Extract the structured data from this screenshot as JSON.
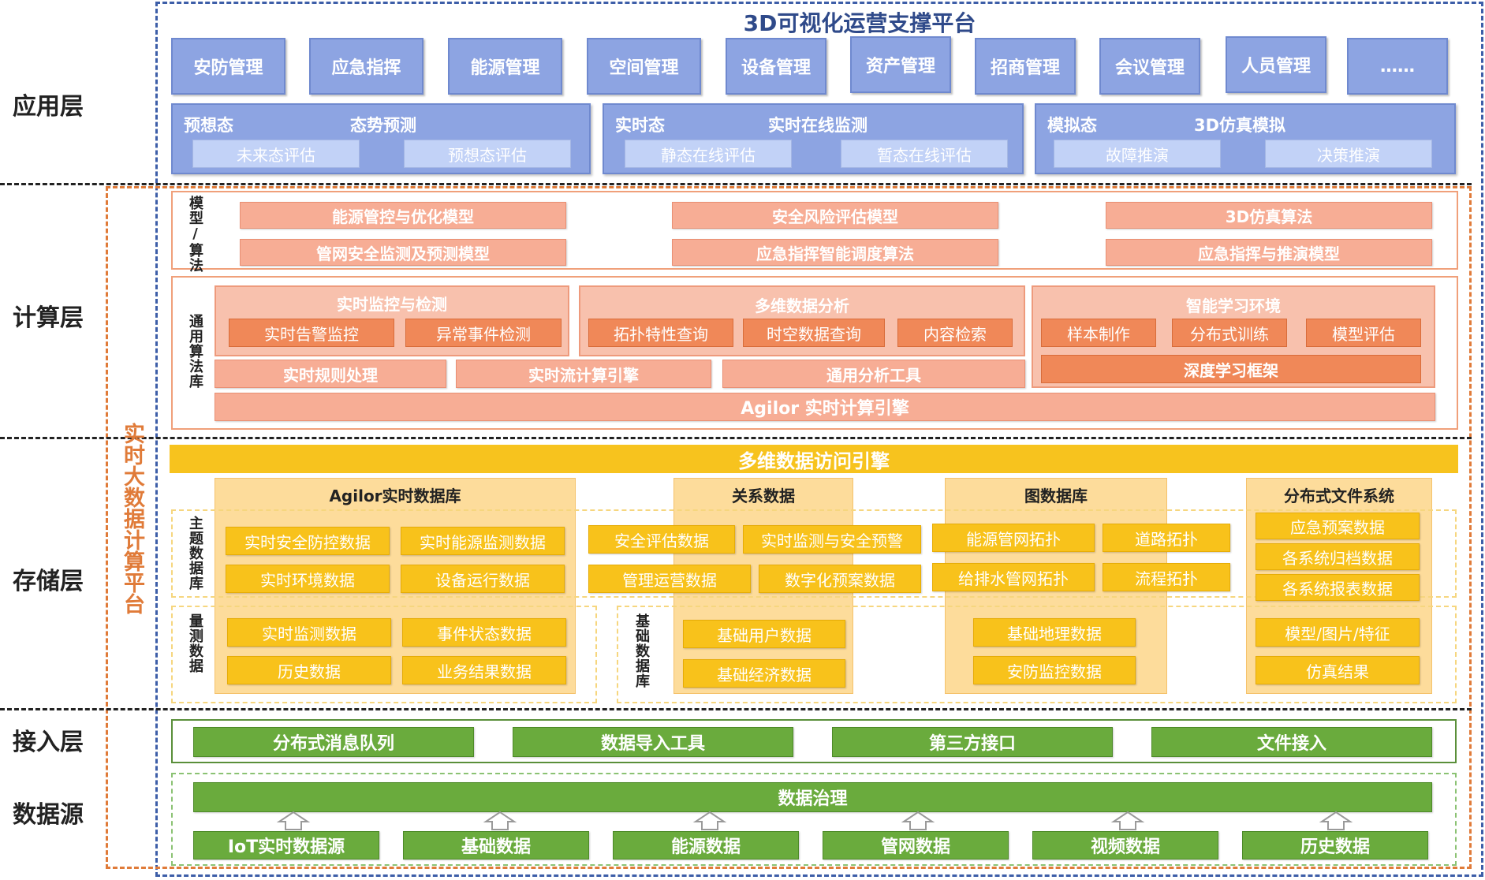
{
  "platform_title": "3D可视化运营支撑平台",
  "side_label": "实时大数据计算平台",
  "layers": {
    "app": "应用层",
    "compute": "计算层",
    "storage": "存储层",
    "access": "接入层",
    "source": "数据源"
  },
  "apps": [
    "安防管理",
    "应急指挥",
    "能源管理",
    "空间管理",
    "设备管理",
    "资产管理",
    "招商管理",
    "会议管理",
    "人员管理",
    "……"
  ],
  "states": [
    {
      "name": "预想态",
      "feature": "态势预测",
      "items": [
        "未来态评估",
        "预想态评估"
      ]
    },
    {
      "name": "实时态",
      "feature": "实时在线监测",
      "items": [
        "静态在线评估",
        "暂态在线评估"
      ]
    },
    {
      "name": "模拟态",
      "feature": "3D仿真模拟",
      "items": [
        "故障推演",
        "决策推演"
      ]
    }
  ],
  "models": {
    "label": "模型/算法",
    "items": [
      "能源管控与优化模型",
      "安全风险评估模型",
      "3D仿真算法",
      "管网安全监测及预测模型",
      "应急指挥智能调度算法",
      "应急指挥与推演模型"
    ]
  },
  "algo_lib": {
    "label": "通用算法库",
    "panels": [
      {
        "title": "实时监控与检测",
        "items": [
          "实时告警监控",
          "异常事件检测"
        ]
      },
      {
        "title": "多维数据分析",
        "items": [
          "拓扑特性查询",
          "时空数据查询",
          "内容检索"
        ]
      },
      {
        "title": "智能学习环境",
        "items": [
          "样本制作",
          "分布式训练",
          "模型评估"
        ],
        "extra": "深度学习框架"
      }
    ],
    "row": [
      "实时规则处理",
      "实时流计算引擎",
      "通用分析工具"
    ],
    "engine": "Agilor 实时计算引擎"
  },
  "storage": {
    "access_engine": "多维数据访问引擎",
    "topic_label": "主题数据库",
    "measure_label": "量测数据",
    "base_label": "基础数据库",
    "panels": [
      {
        "title": "Agilor实时数据库",
        "topic": [
          "实时安全防控数据",
          "实时能源监测数据",
          "实时环境数据",
          "设备运行数据"
        ],
        "other": [
          "实时监测数据",
          "事件状态数据",
          "历史数据",
          "业务结果数据"
        ]
      },
      {
        "title": "关系数据",
        "topic": [
          "安全评估数据",
          "实时监测与安全预警",
          "管理运营数据",
          "数字化预案数据"
        ],
        "other": [
          "基础用户数据",
          "基础经济数据"
        ]
      },
      {
        "title": "图数据库",
        "topic": [
          "能源管网拓扑",
          "道路拓扑",
          "给排水管网拓扑",
          "流程拓扑"
        ],
        "other": [
          "基础地理数据",
          "安防监控数据"
        ]
      },
      {
        "title": "分布式文件系统",
        "topic": [
          "应急预案数据",
          "各系统归档数据",
          "各系统报表数据"
        ],
        "other": [
          "模型/图片/特征",
          "仿真结果"
        ]
      }
    ]
  },
  "access": [
    "分布式消息队列",
    "数据导入工具",
    "第三方接口",
    "文件接入"
  ],
  "governance": "数据治理",
  "sources": [
    "IoT实时数据源",
    "基础数据",
    "能源数据",
    "管网数据",
    "视频数据",
    "历史数据"
  ],
  "colors": {
    "app": "#8da4e2",
    "compute": "#f7ad95",
    "storage": "#f8c21b",
    "access": "#6aab3d",
    "title": "#2f4a8a",
    "side": "#e07b39"
  }
}
